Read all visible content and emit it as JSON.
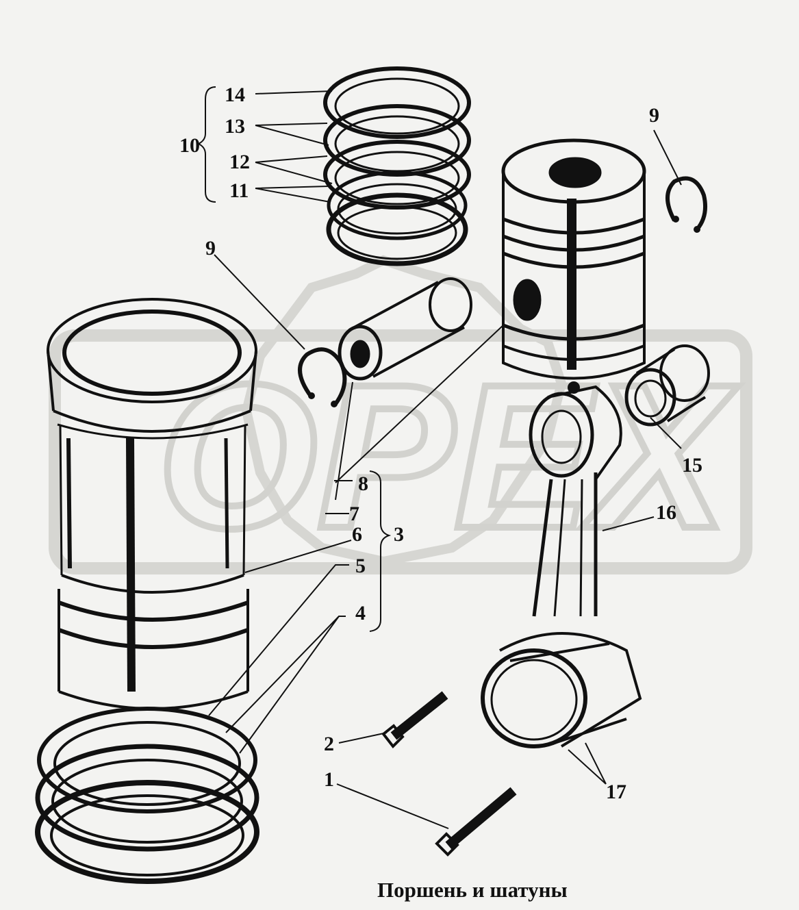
{
  "caption": "Поршень и шатуны",
  "watermark": "OPEX",
  "callouts": {
    "n1": "1",
    "n2": "2",
    "n3": "3",
    "n4": "4",
    "n5": "5",
    "n6": "6",
    "n7": "7",
    "n8": "8",
    "n9a": "9",
    "n9b": "9",
    "n10": "10",
    "n11": "11",
    "n12": "12",
    "n13": "13",
    "n14": "14",
    "n15": "15",
    "n16": "16",
    "n17": "17"
  },
  "colors": {
    "ink": "#111111",
    "paper": "#f3f3f1",
    "watermark": "#d6d6d2"
  }
}
